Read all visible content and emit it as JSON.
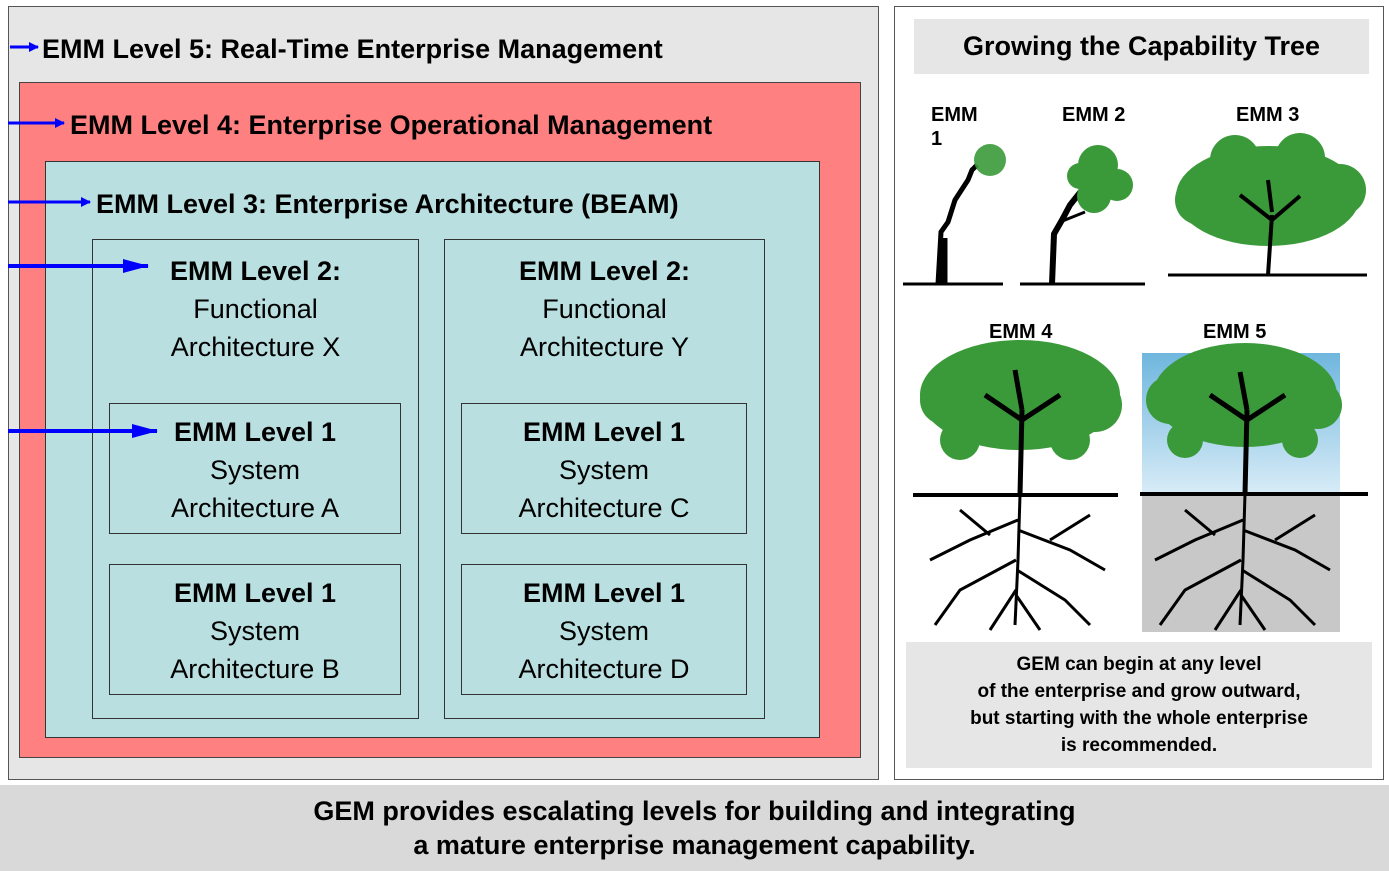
{
  "levels": {
    "level5": "EMM Level 5: Real-Time Enterprise Management",
    "level4": "EMM Level 4: Enterprise Operational Management",
    "level3": "EMM Level 3: Enterprise Architecture (BEAM)"
  },
  "functional": {
    "x": {
      "title": "EMM Level 2:",
      "line1": "Functional",
      "line2": "Architecture X"
    },
    "y": {
      "title": "EMM Level 2:",
      "line1": "Functional",
      "line2": "Architecture Y"
    }
  },
  "systems": {
    "a": {
      "title": "EMM Level 1",
      "line1": "System",
      "line2": "Architecture A"
    },
    "b": {
      "title": "EMM Level 1",
      "line1": "System",
      "line2": "Architecture B"
    },
    "c": {
      "title": "EMM Level 1",
      "line1": "System",
      "line2": "Architecture C"
    },
    "d": {
      "title": "EMM Level 1",
      "line1": "System",
      "line2": "Architecture D"
    }
  },
  "tree_panel": {
    "title": "Growing the Capability Tree",
    "emm1": "EMM 1",
    "emm2": "EMM 2",
    "emm3": "EMM 3",
    "emm4": "EMM 4",
    "emm5": "EMM 5",
    "note": {
      "line1": "GEM can begin at any level",
      "line2": "of the enterprise and grow outward,",
      "line3": "but starting with the whole enterprise",
      "line4": "is recommended."
    }
  },
  "caption": {
    "line1": "GEM provides escalating levels for building and integrating",
    "line2": "a mature enterprise management capability."
  },
  "colors": {
    "level5_fill": "#e6e6e6",
    "level4_fill": "#ff8080",
    "level3_fill": "#b9dfe0",
    "arrow": "#0000ff",
    "foliage": "#3a9a3a",
    "trunk": "#000000"
  }
}
